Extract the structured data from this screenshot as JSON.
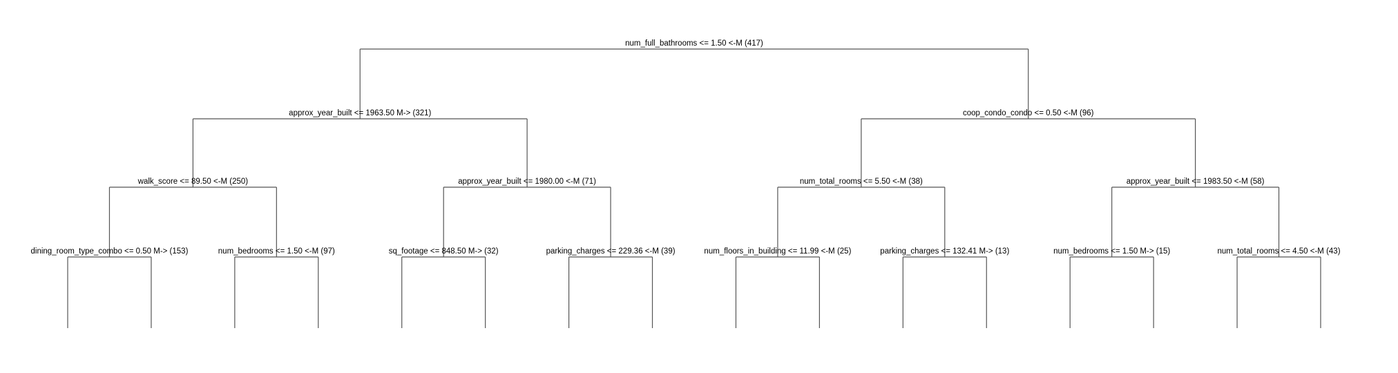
{
  "tree": {
    "root": {
      "label": "num_full_bathrooms <= 1.50 <-M (417)",
      "children": [
        {
          "label": "approx_year_built <= 1963.50 M-> (321)",
          "children": [
            {
              "label": "walk_score <= 89.50 <-M (250)",
              "children": [
                {
                  "label": "dining_room_type_combo <= 0.50 M-> (153)"
                },
                {
                  "label": "num_bedrooms <= 1.50 <-M (97)"
                }
              ]
            },
            {
              "label": "approx_year_built <= 1980.00 <-M (71)",
              "children": [
                {
                  "label": "sq_footage <= 848.50 M-> (32)"
                },
                {
                  "label": "parking_charges <= 229.36 <-M (39)"
                }
              ]
            }
          ]
        },
        {
          "label": "coop_condo_condo <= 0.50 <-M (96)",
          "children": [
            {
              "label": "num_total_rooms <= 5.50 <-M (38)",
              "children": [
                {
                  "label": "num_floors_in_building <= 11.99 <-M (25)"
                },
                {
                  "label": "parking_charges <= 132.41 M-> (13)"
                }
              ]
            },
            {
              "label": "approx_year_built <= 1983.50 <-M (58)",
              "children": [
                {
                  "label": "num_bedrooms <= 1.50 M-> (15)"
                },
                {
                  "label": "num_total_rooms <= 4.50 <-M (43)"
                }
              ]
            }
          ]
        }
      ]
    }
  }
}
